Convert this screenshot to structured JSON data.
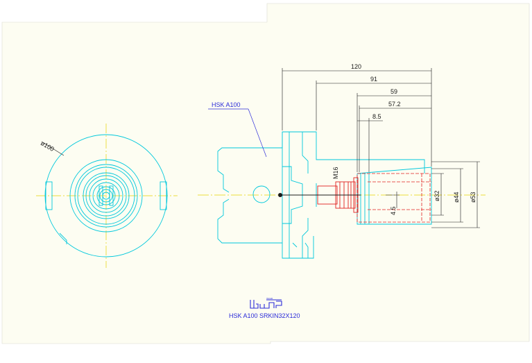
{
  "drawing": {
    "title": "HSK  A100  SRKIN32X120",
    "callout_label": "HSK  A100",
    "logo_text": "ISCAR",
    "colors": {
      "paper": "#fdfdf2",
      "outline": "#00c8dc",
      "centerline": "#e6d200",
      "hidden": "#e02020",
      "dimension": "#1a1a1a",
      "callout": "#2a2ad8",
      "logo": "#2a2ad8"
    }
  },
  "front_view": {
    "diameter_label": "ø100"
  },
  "dimensions": {
    "length_120": "120",
    "length_91": "91",
    "length_59": "59",
    "length_57_2": "57.2",
    "length_8_5": "8.5",
    "thread": "M16",
    "dia_32": "ø32",
    "dia_44": "ø44",
    "dia_53": "ø53",
    "offset_4_5": "4.5"
  }
}
